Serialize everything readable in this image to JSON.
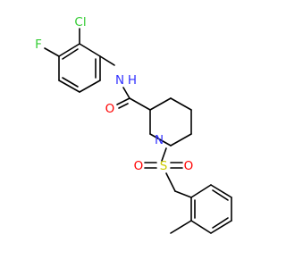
{
  "molecule": {
    "atom_labels": [
      {
        "id": "cl",
        "text": "Cl",
        "color": "#33cc33"
      },
      {
        "id": "f",
        "text": "F",
        "color": "#33cc33"
      },
      {
        "id": "nh",
        "text": "N",
        "sub": "H",
        "color": "#3333ff"
      },
      {
        "id": "o-amide",
        "text": "O",
        "color": "#ff0000"
      },
      {
        "id": "n-ring",
        "text": "N",
        "color": "#3333ff"
      },
      {
        "id": "s",
        "text": "S",
        "color": "#cccc00"
      },
      {
        "id": "o-s-left",
        "text": "O",
        "color": "#ff0000"
      },
      {
        "id": "o-s-right",
        "text": "O",
        "color": "#ff0000"
      }
    ],
    "bond_color": "#000000"
  }
}
